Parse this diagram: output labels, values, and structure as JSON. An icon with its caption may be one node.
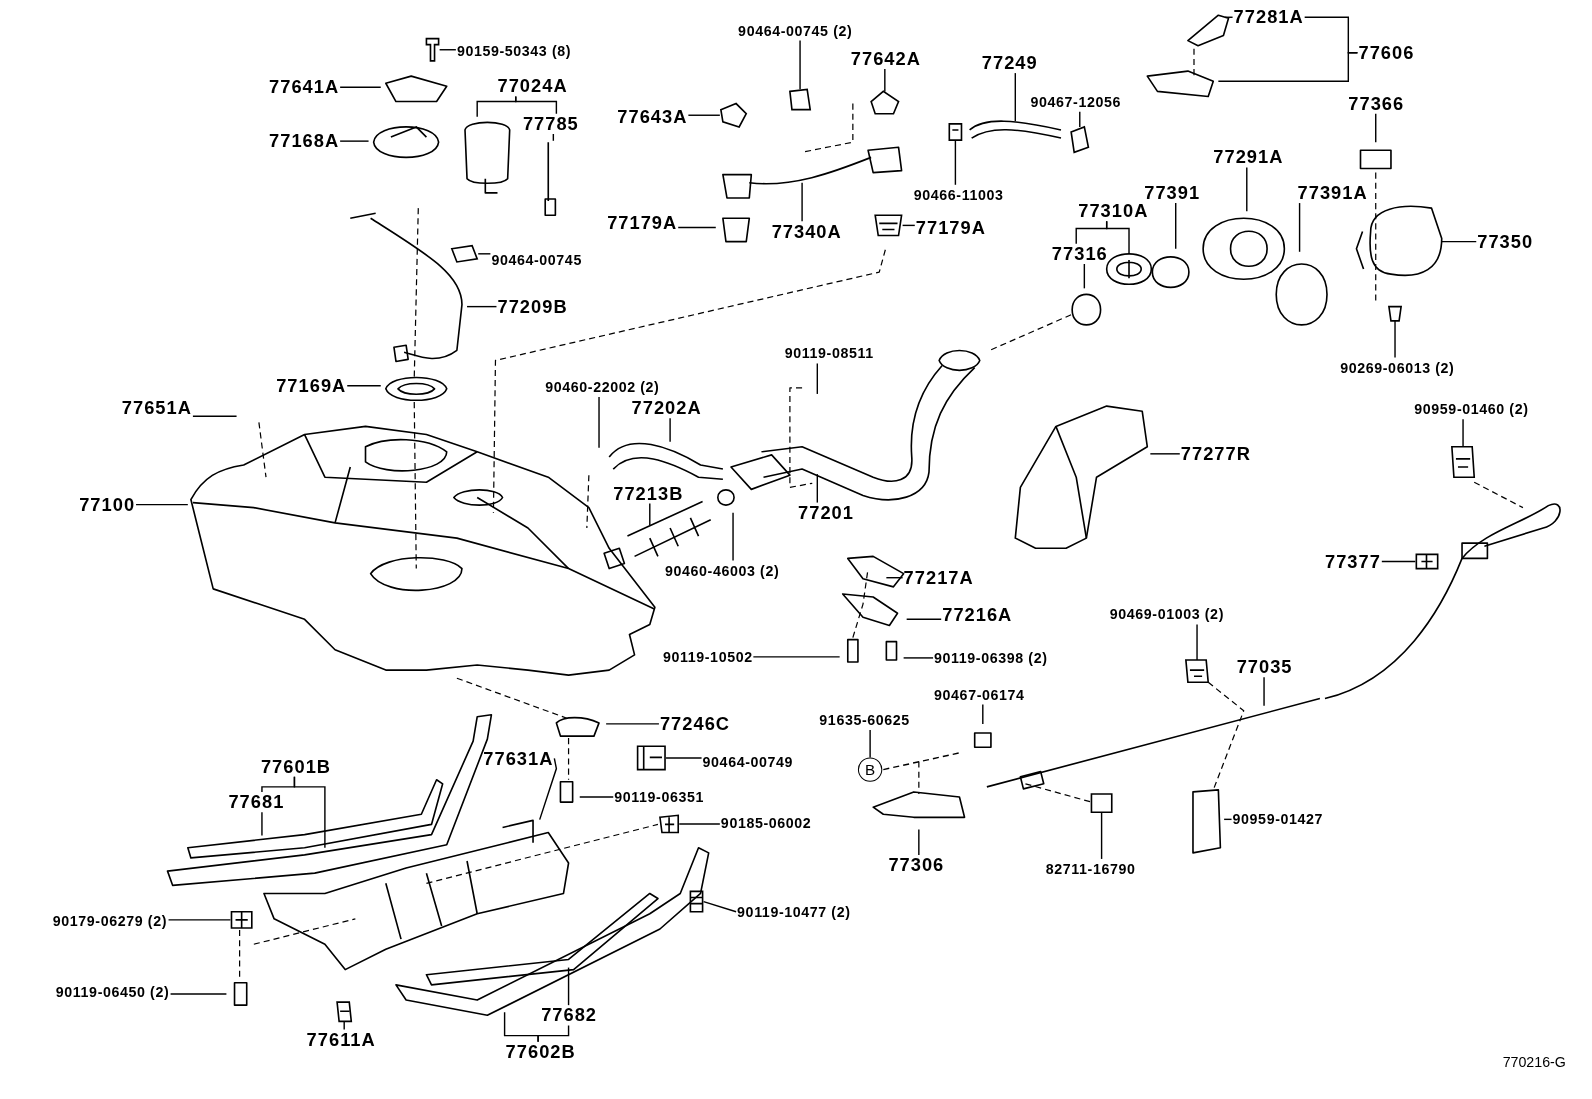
{
  "diagram": {
    "nodes": [
      {
        "text": [
          "90159-50343 (8)"
        ]
      },
      {
        "text": [
          "77641A"
        ]
      },
      {
        "text": [
          "77024A"
        ]
      },
      {
        "text": [
          "77785"
        ]
      },
      {
        "text": [
          "77168A"
        ]
      },
      {
        "text": [
          "90464-00745 (2)"
        ]
      },
      {
        "text": [
          "77642A"
        ]
      },
      {
        "text": [
          "77249"
        ]
      },
      {
        "text": [
          "90467-12056"
        ]
      },
      {
        "text": [
          "77643A"
        ]
      },
      {
        "text": [
          "77281A"
        ]
      },
      {
        "text": [
          "77606"
        ]
      },
      {
        "text": [
          "77366"
        ]
      },
      {
        "text": [
          "77179A"
        ]
      },
      {
        "text": [
          "77340A"
        ]
      },
      {
        "text": [
          "77179A"
        ]
      },
      {
        "text": [
          "90466-11003"
        ]
      },
      {
        "text": [
          "77291A"
        ]
      },
      {
        "text": [
          "77391"
        ]
      },
      {
        "text": [
          "77391A"
        ]
      },
      {
        "text": [
          "77310A"
        ]
      },
      {
        "text": [
          "77316"
        ]
      },
      {
        "text": [
          "77350"
        ]
      },
      {
        "text": [
          "90464-00745"
        ]
      },
      {
        "text": [
          "77209B"
        ]
      },
      {
        "text": [
          "90269-06013 (2)"
        ]
      },
      {
        "text": [
          "90119-08511"
        ]
      },
      {
        "text": [
          "77169A"
        ]
      },
      {
        "text": [
          "77651A"
        ]
      },
      {
        "text": [
          "90460-22002 (2)"
        ]
      },
      {
        "text": [
          "77202A"
        ]
      },
      {
        "text": [
          "90959-01460 (2)"
        ]
      },
      {
        "text": [
          "77277R"
        ]
      },
      {
        "text": [
          "77100"
        ]
      },
      {
        "text": [
          "77213B"
        ]
      },
      {
        "text": [
          "77201"
        ]
      },
      {
        "text": [
          "90460-46003 (2)"
        ]
      },
      {
        "text": [
          "77377"
        ]
      },
      {
        "text": [
          "77217A"
        ]
      },
      {
        "text": [
          "77216A"
        ]
      },
      {
        "text": [
          "90469-01003 (2)"
        ]
      },
      {
        "text": [
          "90119-10502"
        ]
      },
      {
        "text": [
          "90119-06398 (2)"
        ]
      },
      {
        "text": [
          "77035"
        ]
      },
      {
        "text": [
          "90467-06174"
        ]
      },
      {
        "text": [
          "91635-60625"
        ]
      },
      {
        "text": [
          "B"
        ]
      },
      {
        "text": [
          "77246C"
        ]
      },
      {
        "text": [
          "90464-00749"
        ]
      },
      {
        "text": [
          "77601B"
        ]
      },
      {
        "text": [
          "77681"
        ]
      },
      {
        "text": [
          "77631A"
        ]
      },
      {
        "text": [
          "90119-06351"
        ]
      },
      {
        "text": [
          "90185-06002"
        ]
      },
      {
        "text": [
          "90959-01427"
        ]
      },
      {
        "text": [
          "77306"
        ]
      },
      {
        "text": [
          "82711-16790"
        ]
      },
      {
        "text": [
          "90179-06279 (2)"
        ]
      },
      {
        "text": [
          "90119-10477 (2)"
        ]
      },
      {
        "text": [
          "90119-06450 (2)"
        ]
      },
      {
        "text": [
          "77682"
        ]
      },
      {
        "text": [
          "77611A"
        ]
      },
      {
        "text": [
          "77602B"
        ]
      },
      {
        "text": [],
        "shape": "picture"
      },
      {
        "text": [],
        "shape": "picture"
      },
      {
        "text": [],
        "shape": "picture"
      },
      {
        "text": [],
        "shape": "picture"
      },
      {
        "text": [],
        "shape": "picture"
      },
      {
        "text": [],
        "shape": "picture"
      },
      {
        "text": [],
        "shape": "picture"
      },
      {
        "text": [],
        "shape": "picture"
      },
      {
        "text": [],
        "shape": "picture"
      },
      {
        "text": [],
        "shape": "picture"
      },
      {
        "text": [],
        "shape": "picture"
      },
      {
        "text": [],
        "shape": "picture"
      },
      {
        "text": [],
        "shape": "picture"
      },
      {
        "text": [],
        "shape": "picture"
      },
      {
        "text": [],
        "shape": "picture"
      },
      {
        "text": [],
        "shape": "picture"
      },
      {
        "text": [],
        "shape": "picture"
      },
      {
        "text": [],
        "shape": "picture"
      },
      {
        "text": [],
        "shape": "picture"
      },
      {
        "text": [],
        "shape": "picture"
      }
    ],
    "edges": [
      {
        "from": 0,
        "to": 63,
        "arrow": "none"
      },
      {
        "from": 1,
        "to": null,
        "arrow": "none"
      },
      {
        "from": 2,
        "to": null,
        "arrow": "none"
      },
      {
        "from": 2,
        "to": 3,
        "arrow": "none"
      },
      {
        "from": 3,
        "to": null,
        "arrow": "none"
      },
      {
        "from": 4,
        "to": null,
        "arrow": "none"
      },
      {
        "from": 5,
        "to": 64,
        "arrow": "none"
      },
      {
        "from": 6,
        "to": 65,
        "arrow": "none"
      },
      {
        "from": 7,
        "to": 67,
        "arrow": "none"
      },
      {
        "from": 8,
        "to": 68,
        "arrow": "none"
      },
      {
        "from": 9,
        "to": 66,
        "arrow": "none"
      },
      {
        "from": 10,
        "to": null,
        "arrow": "none"
      },
      {
        "from": 11,
        "to": 10,
        "arrow": "none"
      },
      {
        "from": 11,
        "to": null,
        "arrow": "none"
      },
      {
        "from": 12,
        "to": null,
        "arrow": "none"
      },
      {
        "from": 13,
        "to": null,
        "arrow": "none"
      },
      {
        "from": 14,
        "to": null,
        "arrow": "none"
      },
      {
        "from": 15,
        "to": 69,
        "arrow": "none"
      },
      {
        "from": 16,
        "to": 82,
        "arrow": "none"
      },
      {
        "from": 17,
        "to": null,
        "arrow": "none"
      },
      {
        "from": 18,
        "to": null,
        "arrow": "none"
      },
      {
        "from": 19,
        "to": null,
        "arrow": "none"
      },
      {
        "from": 20,
        "to": 21,
        "arrow": "none"
      },
      {
        "from": 20,
        "to": 71,
        "arrow": "none"
      },
      {
        "from": 21,
        "to": null,
        "arrow": "none"
      },
      {
        "from": 22,
        "to": null,
        "arrow": "none"
      },
      {
        "from": 23,
        "to": 70,
        "arrow": "none"
      },
      {
        "from": 24,
        "to": null,
        "arrow": "none"
      },
      {
        "from": 25,
        "to": 72,
        "arrow": "none"
      },
      {
        "from": 26,
        "to": null,
        "arrow": "none"
      },
      {
        "from": 27,
        "to": null,
        "arrow": "none"
      },
      {
        "from": 28,
        "to": null,
        "arrow": "none"
      },
      {
        "from": 29,
        "to": null,
        "arrow": "none"
      },
      {
        "from": 30,
        "to": null,
        "arrow": "none"
      },
      {
        "from": 31,
        "to": 73,
        "arrow": "none"
      },
      {
        "from": 32,
        "to": null,
        "arrow": "none"
      },
      {
        "from": 33,
        "to": null,
        "arrow": "none"
      },
      {
        "from": 34,
        "to": null,
        "arrow": "none"
      },
      {
        "from": 35,
        "to": null,
        "arrow": "none"
      },
      {
        "from": 36,
        "to": null,
        "arrow": "none"
      },
      {
        "from": 37,
        "to": 74,
        "arrow": "none"
      },
      {
        "from": 38,
        "to": null,
        "arrow": "none"
      },
      {
        "from": 39,
        "to": null,
        "arrow": "none"
      },
      {
        "from": 40,
        "to": 75,
        "arrow": "none"
      },
      {
        "from": 41,
        "to": null,
        "arrow": "none"
      },
      {
        "from": 42,
        "to": null,
        "arrow": "none"
      },
      {
        "from": 43,
        "to": null,
        "arrow": "none"
      },
      {
        "from": 44,
        "to": null,
        "arrow": "none"
      },
      {
        "from": 45,
        "to": 46,
        "arrow": "none"
      },
      {
        "from": 46,
        "to": null,
        "arrow": "none",
        "style": "dashed"
      },
      {
        "from": 47,
        "to": null,
        "arrow": "none"
      },
      {
        "from": 48,
        "to": 76,
        "arrow": "none"
      },
      {
        "from": 49,
        "to": 50,
        "arrow": "none"
      },
      {
        "from": 49,
        "to": null,
        "arrow": "none"
      },
      {
        "from": 50,
        "to": null,
        "arrow": "none"
      },
      {
        "from": 51,
        "to": null,
        "arrow": "none"
      },
      {
        "from": 52,
        "to": null,
        "arrow": "none"
      },
      {
        "from": 53,
        "to": 78,
        "arrow": "none"
      },
      {
        "from": 54,
        "to": null,
        "arrow": "none"
      },
      {
        "from": 55,
        "to": null,
        "arrow": "none"
      },
      {
        "from": 56,
        "to": 77,
        "arrow": "none"
      },
      {
        "from": 57,
        "to": 80,
        "arrow": "none"
      },
      {
        "from": 58,
        "to": 79,
        "arrow": "none"
      },
      {
        "from": 59,
        "to": null,
        "arrow": "none"
      },
      {
        "from": 60,
        "to": null,
        "arrow": "none"
      },
      {
        "from": 61,
        "to": 81,
        "arrow": "none"
      },
      {
        "from": 62,
        "to": null,
        "arrow": "none"
      },
      {
        "from": 62,
        "to": 60,
        "arrow": "none"
      }
    ],
    "labels": [
      "770216-G"
    ]
  }
}
